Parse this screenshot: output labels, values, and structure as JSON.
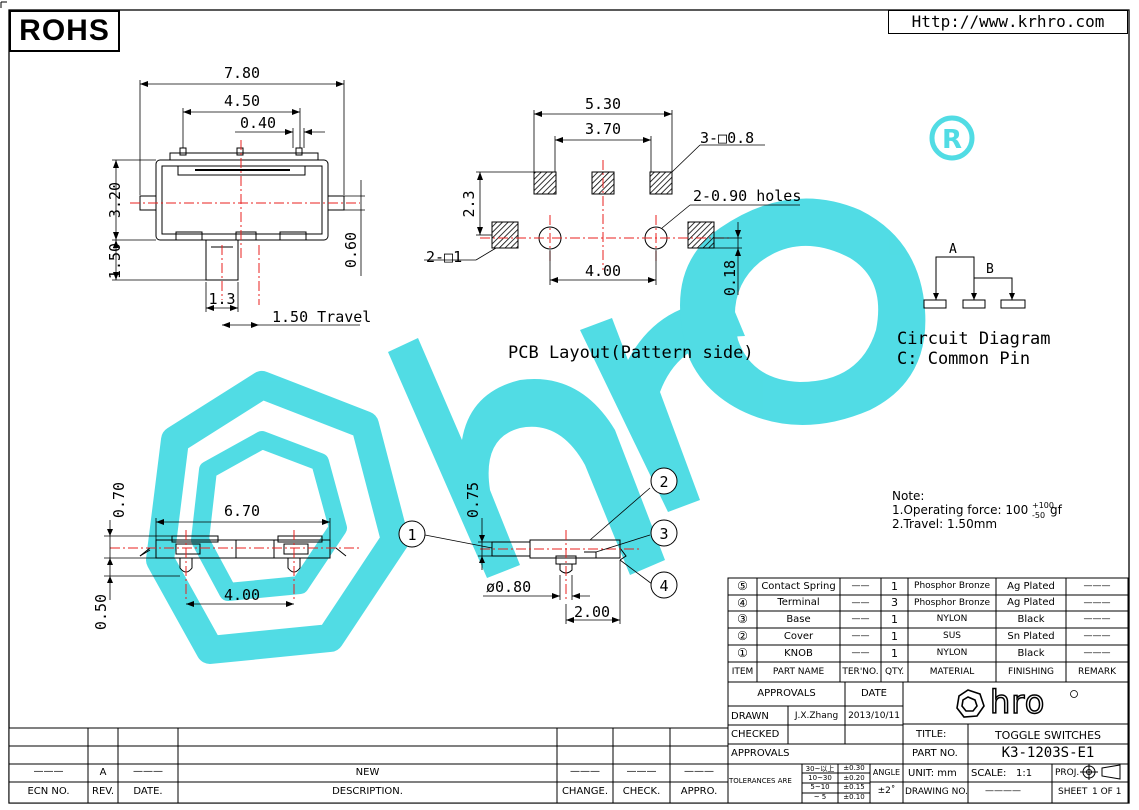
{
  "header": {
    "rohs": "ROHS",
    "url": "Http://www.krhro.com"
  },
  "drawing": {
    "top_view": {
      "dim_total_width": "7.80",
      "dim_lever_span": "4.50",
      "dim_lever_gap": "0.40",
      "dim_body_height": "3.20",
      "dim_knob_height": "1.50",
      "dim_terminal": "0.60",
      "dim_knob_width": "1.3",
      "dim_travel": "1.50 Travel"
    },
    "pcb_layout": {
      "dim_outer": "5.30",
      "dim_inner": "3.70",
      "pad_note_top": "3-□0.8",
      "dim_row_pitch": "2.3",
      "holes_note": "2-0.90 holes",
      "pad_note_side": "2-□1",
      "dim_hole_pitch": "4.00",
      "dim_offset": "0.18",
      "caption": "PCB Layout(Pattern side)"
    },
    "circuit": {
      "label_a": "A",
      "label_b": "B",
      "caption": "Circuit Diagram",
      "caption2": "C: Common Pin"
    },
    "front_view": {
      "dim_height": "0.70",
      "dim_width": "6.70",
      "dim_peg_pitch": "4.00",
      "dim_bottom": "0.50"
    },
    "side_view": {
      "dim_knob": "0.75",
      "dim_peg_dia": "ø0.80",
      "dim_depth": "2.00",
      "callouts": [
        "1",
        "2",
        "3",
        "4"
      ]
    },
    "note": {
      "title": "Note:",
      "line1_prefix": "1.Operating force: 100",
      "line1_sup": "+100",
      "line1_sub": "-50",
      "line1_unit": "gf",
      "line2": "2.Travel:  1.50mm"
    }
  },
  "bom": {
    "rows": [
      {
        "item": "⑤",
        "name": "Contact Spring",
        "ter": "——",
        "qty": "1",
        "material": "Phosphor Bronze",
        "finishing": "Ag Plated",
        "remark": "———"
      },
      {
        "item": "④",
        "name": "Terminal",
        "ter": "——",
        "qty": "3",
        "material": "Phosphor Bronze",
        "finishing": "Ag Plated",
        "remark": "———"
      },
      {
        "item": "③",
        "name": "Base",
        "ter": "——",
        "qty": "1",
        "material": "NYLON",
        "finishing": "Black",
        "remark": "———"
      },
      {
        "item": "②",
        "name": "Cover",
        "ter": "——",
        "qty": "1",
        "material": "SUS",
        "finishing": "Sn Plated",
        "remark": "———"
      },
      {
        "item": "①",
        "name": "KNOB",
        "ter": "——",
        "qty": "1",
        "material": "NYLON",
        "finishing": "Black",
        "remark": "———"
      }
    ],
    "headers": {
      "item": "ITEM",
      "name": "PART NAME",
      "ter": "TER'NO.",
      "qty": "QTY.",
      "material": "MATERIAL",
      "finishing": "FINISHING",
      "remark": "REMARK"
    }
  },
  "title_block": {
    "approvals": "APPROVALS",
    "date": "DATE",
    "drawn": "DRAWN",
    "drawn_by": "J.X.Zhang",
    "drawn_date": "2013/10/11",
    "checked": "CHECKED",
    "approvals2": "APPROVALS",
    "tolerances": "TOLERANCES ARE",
    "tol_ranges": [
      "30~以上",
      "10~30",
      "5~10",
      "~ 5"
    ],
    "tol_values": [
      "±0.30",
      "±0.20",
      "±0.15",
      "±0.10"
    ],
    "angle": "ANGLE",
    "angle_val": "±2˚",
    "logo_text": "hro",
    "title_label": "TITLE:",
    "title_value": "TOGGLE SWITCHES",
    "part_label": "PART NO.",
    "part_value": "K3-1203S-E1",
    "unit_label": "UNIT: mm",
    "scale_label": "SCALE:",
    "scale_value": "1:1",
    "proj_label": "PROJ.",
    "drawing_no_label": "DRAWING NO.",
    "drawing_no_value": "————",
    "sheet": "SHEET",
    "sheet_value": "1  OF  1"
  },
  "revision_block": {
    "new_label": "NEW",
    "rev_value": "A",
    "dash": "———",
    "headers": [
      "ECN NO.",
      "REV.",
      "DATE.",
      "DESCRIPTION.",
      "CHANGE.",
      "CHECK.",
      "APPRO."
    ]
  },
  "colors": {
    "watermark": "#33d6e0",
    "centerline": "#e8201f",
    "line": "#000000"
  }
}
